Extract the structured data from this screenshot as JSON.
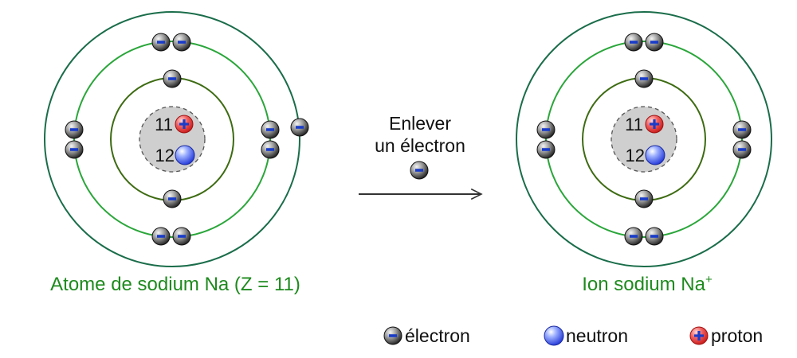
{
  "colors": {
    "caption": "#1e8a1e",
    "inner_shell": "#3d6b12",
    "middle_shell": "#2aa63a",
    "outer_shell": "#1a6d4a",
    "nucleus_fill": "#cfcfcf",
    "electron_sign": "#1a3cc8",
    "proton_fill": "#e83a3a",
    "neutron_fill": "#3a5cff"
  },
  "atom": {
    "caption": "Atome de sodium Na (Z = 11)",
    "protons": "11",
    "neutrons": "12",
    "shell_electrons": [
      2,
      8,
      1
    ]
  },
  "ion": {
    "caption_main": "Ion sodium Na",
    "caption_sup": "+",
    "protons": "11",
    "neutrons": "12",
    "shell_electrons": [
      2,
      8,
      0
    ]
  },
  "transition": {
    "line1": "Enlever",
    "line2": "un électron",
    "particle_icon": "electron-icon"
  },
  "legend": {
    "electron": "électron",
    "neutron": "neutron",
    "proton": "proton"
  }
}
